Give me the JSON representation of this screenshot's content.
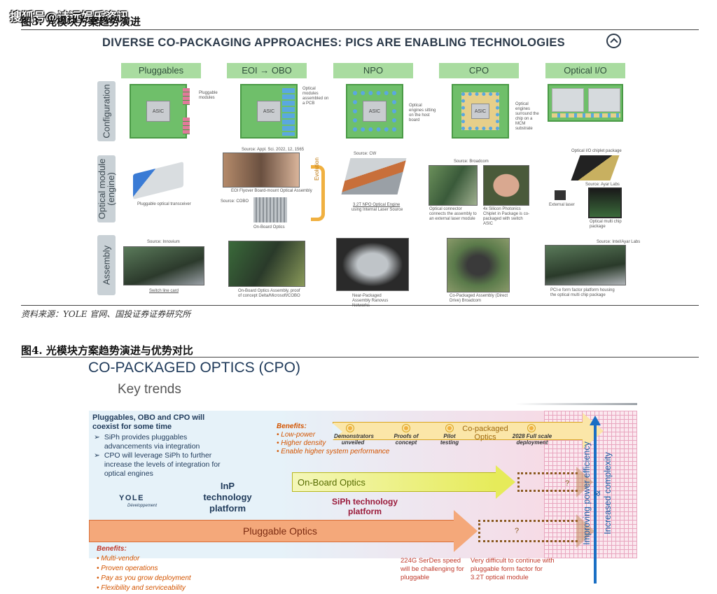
{
  "watermark": "搜狐号@诗远娱乐资讯",
  "fig3": {
    "title": "图3. 光模块方案趋势演进",
    "main_title": "DIVERSE CO-PACKAGING APPROACHES: PICS ARE ENABLING TECHNOLOGIES",
    "columns": [
      "Pluggables",
      "EOI → OBO",
      "NPO",
      "CPO",
      "Optical I/O"
    ],
    "rows": [
      "Configuration",
      "Optical module (engine)",
      "Assembly"
    ],
    "config_labels": {
      "asic": "ASIC",
      "pluggables": "Pluggable modules",
      "eoi": "Optical modules assembled on a PCB",
      "npo": "Optical engines sitting on the host board",
      "cpo": "Optical engines surround the chip on a MCM substrate"
    },
    "sources": {
      "eoi": "Source: Appl. Sci. 2022, 12, 1565",
      "cobo": "Source: COBO",
      "npo": "Source: CW",
      "cpo": "Source: Broadcom",
      "oio": "Source: Ayar Labs",
      "innovium": "Source: Innovium",
      "intel": "Source: Intel/Ayar Labs"
    },
    "module_captions": {
      "pluggable": "Pluggable optical transceiver",
      "eoi": "EOI Flyover Board-mount Optical Assembly",
      "evolution": "Evolution",
      "obo": "On-Board Optics",
      "npo": "3.2T NPO Optical Engine",
      "npo_sub": "using Internal Laser Source",
      "cpo_left": "Optical connector connects the assembly to an external laser module",
      "cpo_right": "4x Silicon Photonics Chiplet in Package is co-packaged with switch ASIC",
      "oio_top": "Optical I/O chiplet package",
      "oio_laser": "External laser",
      "oio_multi": "Optical multi chip package"
    },
    "assembly_captions": {
      "switch": "Switch line card",
      "obo": "On-Board Optics Assembly, proof of concept Delta/Microsoft/COBO",
      "npo": "Near-Packaged Assembly Ranovus Networks",
      "cpo": "Co-Packaged Assembly (Direct Drive) Broadcom",
      "oio": "PCI-e form factor platform housing the optical multi chip package"
    },
    "source_line": "资料来源：YOLE 官网、国投证券证券研究所"
  },
  "fig4": {
    "title": "图4. 光模块方案趋势演进与优势对比",
    "main_title": "CO-PACKAGED OPTICS (CPO)",
    "subtitle": "Key trends",
    "coexist_title": "Pluggables, OBO and CPO will coexist for some time",
    "bullets": [
      "SiPh provides pluggables advancements via integration",
      "CPO will leverage SiPh to further increase the levels of integration for optical engines"
    ],
    "yole_logo": "YOLE",
    "yole_sub": "Développement",
    "inp_label": "InP technology platform",
    "siph_label": "SiPh technology platform",
    "benefits_top_title": "Benefits:",
    "benefits_top": [
      "Low-power",
      "Higher density",
      "Enable higher system performance"
    ],
    "cpo_milestones": [
      "Demonstrators unveiled",
      "Proofs of concept",
      "Pilot testing",
      "2028 Full scale deployment"
    ],
    "cpo_arrow_label": "Co-packaged Optics",
    "obo_arrow_label": "On-Board Optics",
    "pluggable_arrow_label": "Pluggable Optics",
    "question": "?",
    "benefits_bottom_title": "Benefits:",
    "benefits_bottom": [
      "Multi-vendor",
      "Proven operations",
      "Pay as you grow deployment",
      "Flexibility and serviceability"
    ],
    "note_224g": "224G SerDes speed will be challenging for pluggable",
    "note_32t": "Very difficult to continue with pluggable form factor for 3.2T optical module",
    "vertical_label_1": "Improving power efficiency",
    "vertical_label_amp": "&",
    "vertical_label_2": "Increased complexity"
  }
}
